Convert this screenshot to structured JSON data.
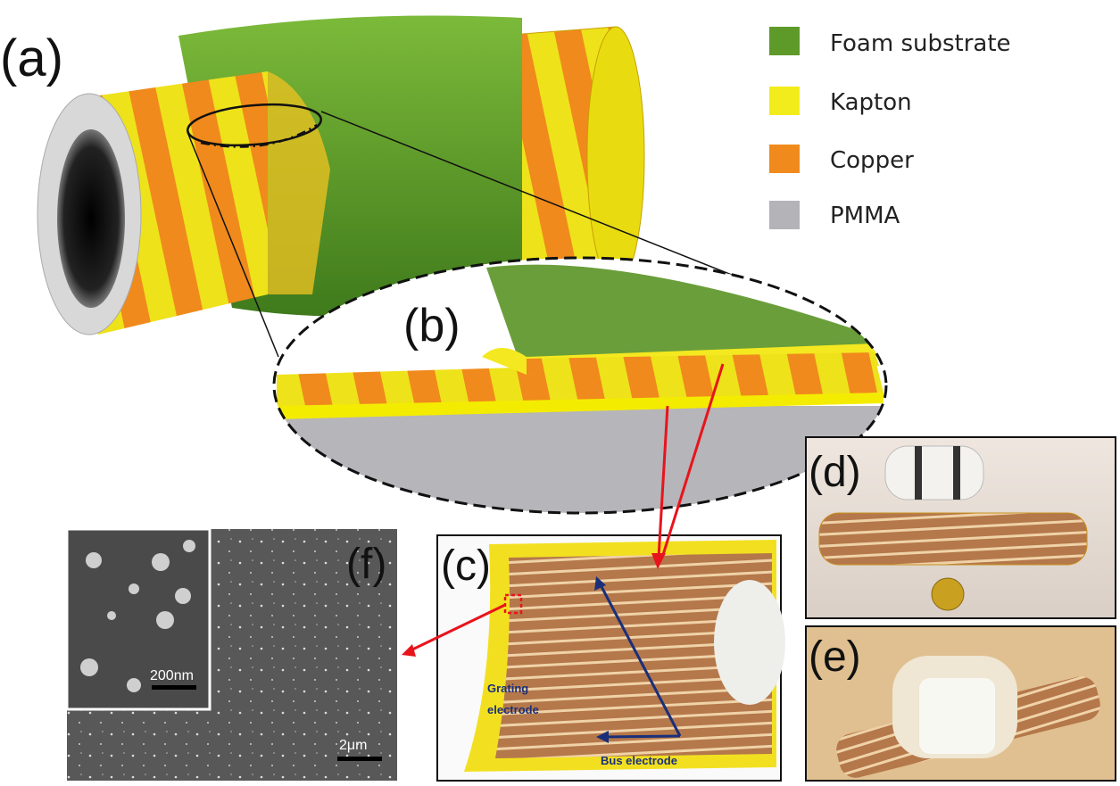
{
  "panels": {
    "a": "(a)",
    "b": "(b)",
    "c": "(c)",
    "d": "(d)",
    "e": "(e)",
    "f": "(f)"
  },
  "legend": [
    {
      "label": "Foam substrate",
      "color": "#5e9a2a",
      "icon": "green-cube-icon"
    },
    {
      "label": "Kapton",
      "color": "#f2ec1c",
      "icon": "yellow-cube-icon"
    },
    {
      "label": "Copper",
      "color": "#f08a1c",
      "icon": "orange-cube-icon"
    },
    {
      "label": "PMMA",
      "color": "#b3b3b8",
      "icon": "gray-cube-icon"
    }
  ],
  "annotations": {
    "grating_electrode_line1": "Grating",
    "grating_electrode_line2": "electrode",
    "bus_electrode": "Bus electrode",
    "inset_scale": "200nm",
    "main_scale": "2μm"
  },
  "colors": {
    "arrow": "#e8141c",
    "annotation": "#1a2f7a"
  }
}
